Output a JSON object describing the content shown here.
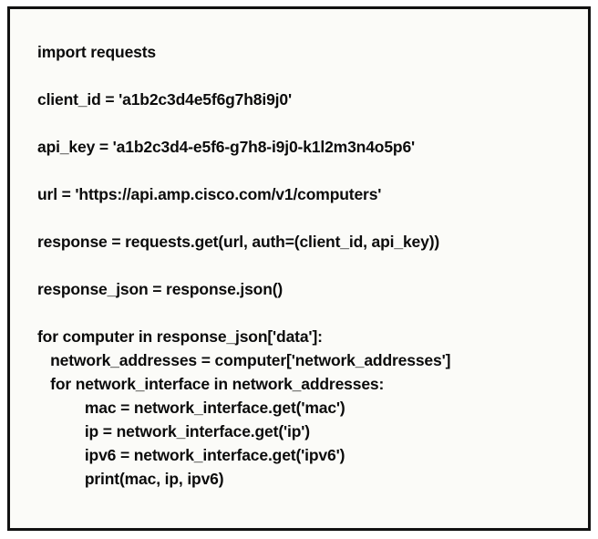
{
  "window": {
    "background_color": "#ffffff",
    "frame_background": "#fbfbf8",
    "frame_border_color": "#111111",
    "text_color": "#0b0b0b"
  },
  "code": {
    "language": "python",
    "lines": [
      {
        "text": "import requests",
        "indent": 0,
        "spacer_after": true
      },
      {
        "text": "client_id = 'a1b2c3d4e5f6g7h8i9j0'",
        "indent": 0,
        "spacer_after": true
      },
      {
        "text": "api_key = 'a1b2c3d4-e5f6-g7h8-i9j0-k1l2m3n4o5p6'",
        "indent": 0,
        "spacer_after": true
      },
      {
        "text": "url = 'https://api.amp.cisco.com/v1/computers'",
        "indent": 0,
        "spacer_after": true
      },
      {
        "text": "response = requests.get(url, auth=(client_id, api_key))",
        "indent": 0,
        "spacer_after": true
      },
      {
        "text": "response_json = response.json()",
        "indent": 0,
        "spacer_after": true
      },
      {
        "text": "for computer in response_json['data']:",
        "indent": 0,
        "spacer_after": false
      },
      {
        "text": "   network_addresses = computer['network_addresses']",
        "indent": 1,
        "spacer_after": false
      },
      {
        "text": "   for network_interface in network_addresses:",
        "indent": 1,
        "spacer_after": false
      },
      {
        "text": "           mac = network_interface.get('mac')",
        "indent": 3,
        "spacer_after": false
      },
      {
        "text": "           ip = network_interface.get('ip')",
        "indent": 3,
        "spacer_after": false
      },
      {
        "text": "           ipv6 = network_interface.get('ipv6')",
        "indent": 3,
        "spacer_after": false
      },
      {
        "text": "           print(mac, ip, ipv6)",
        "indent": 3,
        "spacer_after": false
      }
    ]
  }
}
